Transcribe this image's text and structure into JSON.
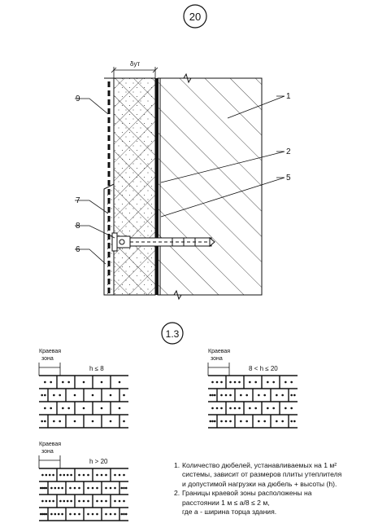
{
  "figure": {
    "number": "20",
    "dimension_label": "δут",
    "callouts": [
      "1",
      "2",
      "5",
      "6",
      "7",
      "8",
      "9"
    ]
  },
  "schemes": {
    "number": "1.3",
    "panels": [
      {
        "zone_label_1": "Краевая",
        "zone_label_2": "зона",
        "height_label": "h ≤ 8",
        "dowels_per_panel": 1
      },
      {
        "zone_label_1": "Краевая",
        "zone_label_2": "зона",
        "height_label": "8 < h ≤ 20",
        "dowels_per_panel": 2
      },
      {
        "zone_label_1": "Краевая",
        "zone_label_2": "зона",
        "height_label": "h > 20",
        "dowels_per_panel": 3
      }
    ]
  },
  "notes": {
    "n1_num": "1.",
    "n1_line1": "Количество дюбелей, устанавливаемых на 1 м²",
    "n1_line2": "системы, зависит от размеров плиты утеплителя",
    "n1_line3": "и допустимой нагрузки на дюбель + высоты (h).",
    "n2_num": "2.",
    "n2_line1": "Границы краевой зоны расположены на",
    "n2_line2": "расстоянии 1 м ≤ a/8 ≤ 2 м,",
    "n2_line3": "где а - ширина торца здания."
  }
}
